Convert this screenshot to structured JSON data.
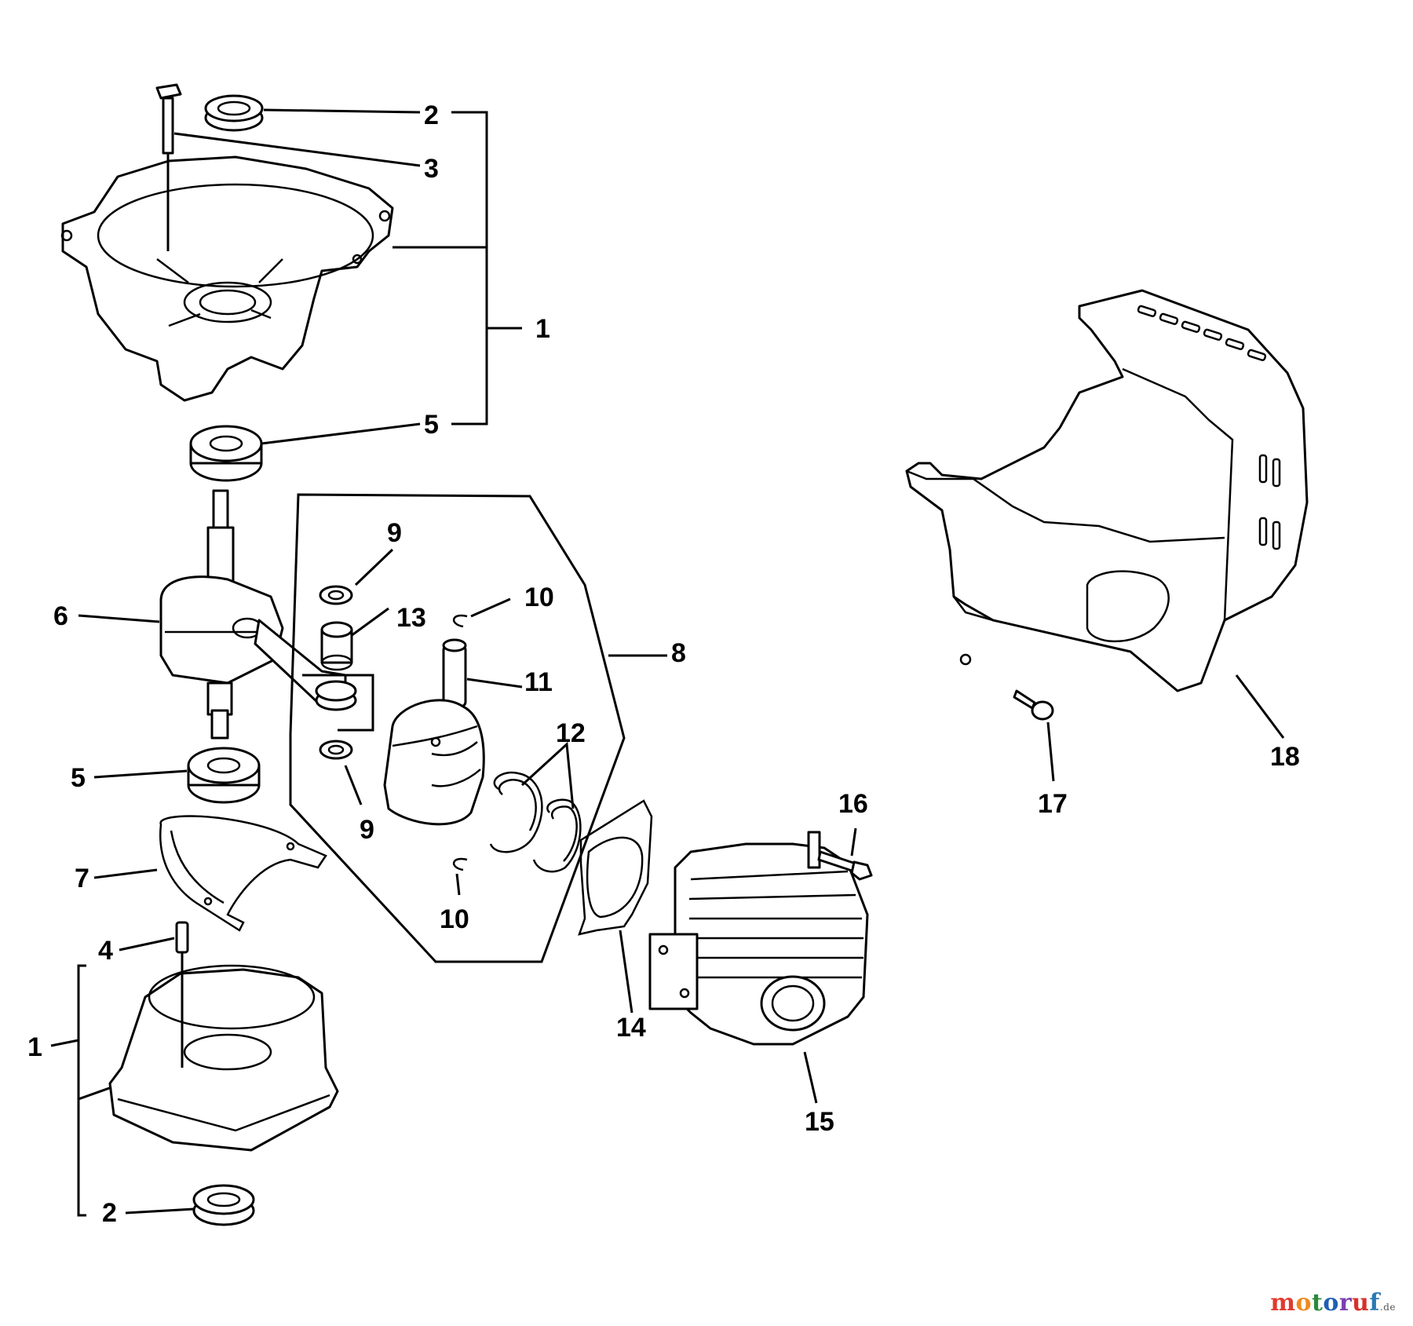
{
  "callouts": {
    "c1_top": "1",
    "c1_bottom": "1",
    "c2_top": "2",
    "c2_bottom": "2",
    "c3": "3",
    "c4": "4",
    "c5_top": "5",
    "c5_bottom": "5",
    "c6": "6",
    "c7": "7",
    "c8": "8",
    "c9_top": "9",
    "c9_bottom": "9",
    "c10_top": "10",
    "c10_bottom": "10",
    "c11": "11",
    "c12": "12",
    "c13": "13",
    "c14": "14",
    "c15": "15",
    "c16": "16",
    "c17": "17",
    "c18": "18"
  },
  "watermark": {
    "letters": [
      "m",
      "o",
      "t",
      "o",
      "r",
      "u",
      "f"
    ],
    "colors": [
      "#e23a2e",
      "#f08a1c",
      "#2a8a3c",
      "#1f5fb5",
      "#7a3fb0",
      "#d8302a",
      "#2a7ab5"
    ],
    "suffix": ".de"
  }
}
